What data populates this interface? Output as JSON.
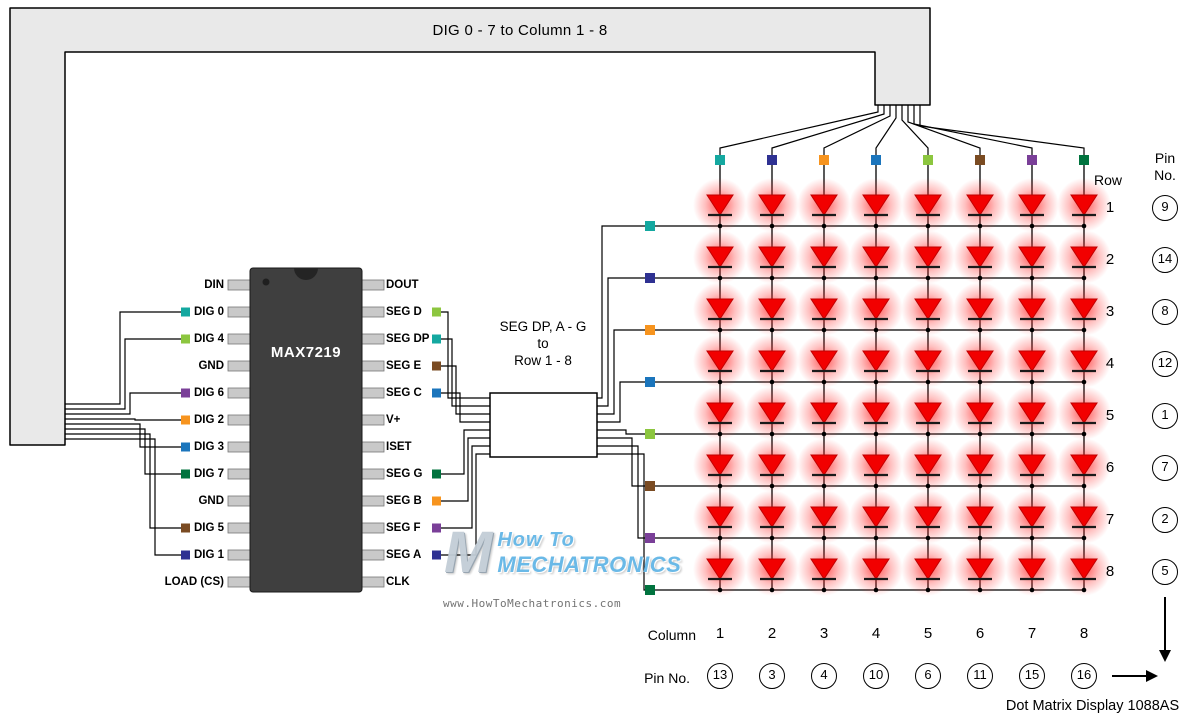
{
  "banner": {
    "label": "DIG 0 - 7  to  Column 1 - 8"
  },
  "chip": {
    "name": "MAX7219",
    "left_pins": [
      {
        "label": "DIN",
        "wire_color": null
      },
      {
        "label": "DIG 0",
        "wire_color": "#14a8a0"
      },
      {
        "label": "DIG 4",
        "wire_color": "#8cc63f"
      },
      {
        "label": "GND",
        "wire_color": null
      },
      {
        "label": "DIG 6",
        "wire_color": "#7a3f98"
      },
      {
        "label": "DIG 2",
        "wire_color": "#f7941e"
      },
      {
        "label": "DIG 3",
        "wire_color": "#1b75bc"
      },
      {
        "label": "DIG 7",
        "wire_color": "#00733e"
      },
      {
        "label": "GND",
        "wire_color": null
      },
      {
        "label": "DIG 5",
        "wire_color": "#7a4b22"
      },
      {
        "label": "DIG 1",
        "wire_color": "#2e3192"
      },
      {
        "label": "LOAD (CS)",
        "wire_color": null
      }
    ],
    "right_pins": [
      {
        "label": "DOUT",
        "wire_color": null
      },
      {
        "label": "SEG D",
        "wire_color": "#8cc63f"
      },
      {
        "label": "SEG DP",
        "wire_color": "#14a8a0"
      },
      {
        "label": "SEG E",
        "wire_color": "#7a4b22"
      },
      {
        "label": "SEG C",
        "wire_color": "#1b75bc"
      },
      {
        "label": "V+",
        "wire_color": null
      },
      {
        "label": "ISET",
        "wire_color": null
      },
      {
        "label": "SEG G",
        "wire_color": "#00733e"
      },
      {
        "label": "SEG B",
        "wire_color": "#f7941e"
      },
      {
        "label": "SEG F",
        "wire_color": "#7a3f98"
      },
      {
        "label": "SEG A",
        "wire_color": "#2e3192"
      },
      {
        "label": "CLK",
        "wire_color": null
      }
    ]
  },
  "hub": {
    "lines": [
      "SEG DP, A - G",
      "to",
      "Row 1 - 8"
    ]
  },
  "matrix": {
    "row_header": "Row",
    "pin_header_line1": "Pin",
    "pin_header_line2": "No.",
    "column_header": "Column",
    "column_pin_header": "Pin No.",
    "caption": "Dot Matrix Display 1088AS",
    "rows": [
      {
        "number": "1",
        "pin": "9",
        "wire_color": "#14a8a0"
      },
      {
        "number": "2",
        "pin": "14",
        "wire_color": "#2e3192"
      },
      {
        "number": "3",
        "pin": "8",
        "wire_color": "#f7941e"
      },
      {
        "number": "4",
        "pin": "12",
        "wire_color": "#1b75bc"
      },
      {
        "number": "5",
        "pin": "1",
        "wire_color": "#8cc63f"
      },
      {
        "number": "6",
        "pin": "7",
        "wire_color": "#7a4b22"
      },
      {
        "number": "7",
        "pin": "2",
        "wire_color": "#7a3f98"
      },
      {
        "number": "8",
        "pin": "5",
        "wire_color": "#00733e"
      }
    ],
    "columns": [
      {
        "number": "1",
        "pin": "13",
        "wire_color": "#14a8a0"
      },
      {
        "number": "2",
        "pin": "3",
        "wire_color": "#2e3192"
      },
      {
        "number": "3",
        "pin": "4",
        "wire_color": "#f7941e"
      },
      {
        "number": "4",
        "pin": "10",
        "wire_color": "#1b75bc"
      },
      {
        "number": "5",
        "pin": "6",
        "wire_color": "#8cc63f"
      },
      {
        "number": "6",
        "pin": "11",
        "wire_color": "#7a4b22"
      },
      {
        "number": "7",
        "pin": "15",
        "wire_color": "#7a3f98"
      },
      {
        "number": "8",
        "pin": "16",
        "wire_color": "#00733e"
      }
    ]
  },
  "watermark": {
    "line1": "How To",
    "line2": "MECHATRONICS",
    "url": "www.HowToMechatronics.com"
  },
  "colors": {
    "led": "#f20000",
    "led_glow": "#ff2a2a",
    "bundle_fill": "#e9e9e9",
    "chip_body": "#3f3f3f",
    "pin_metal": "#c9c9c9",
    "wire": "#000000"
  }
}
